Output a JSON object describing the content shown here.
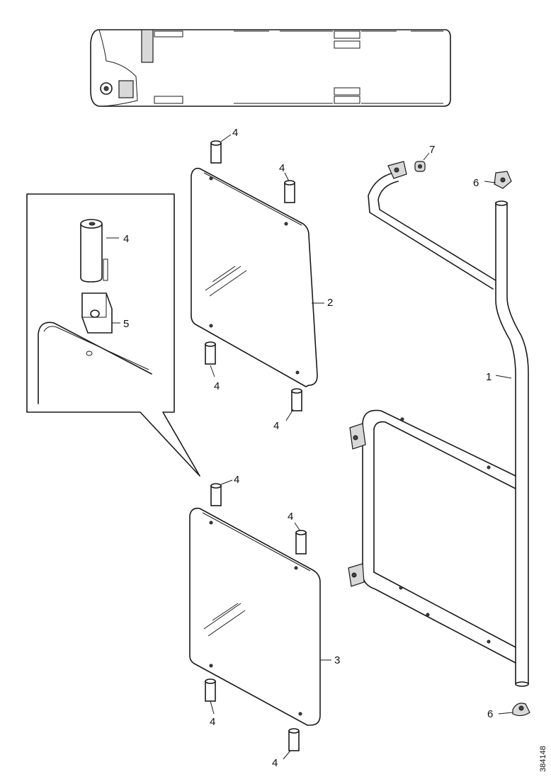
{
  "callouts": {
    "frame": "1",
    "upper_glass": "2",
    "lower_glass": "3",
    "spacer": "4",
    "clip": "5",
    "end_fitting": "6",
    "bolt": "7"
  },
  "reference_number": "384148"
}
